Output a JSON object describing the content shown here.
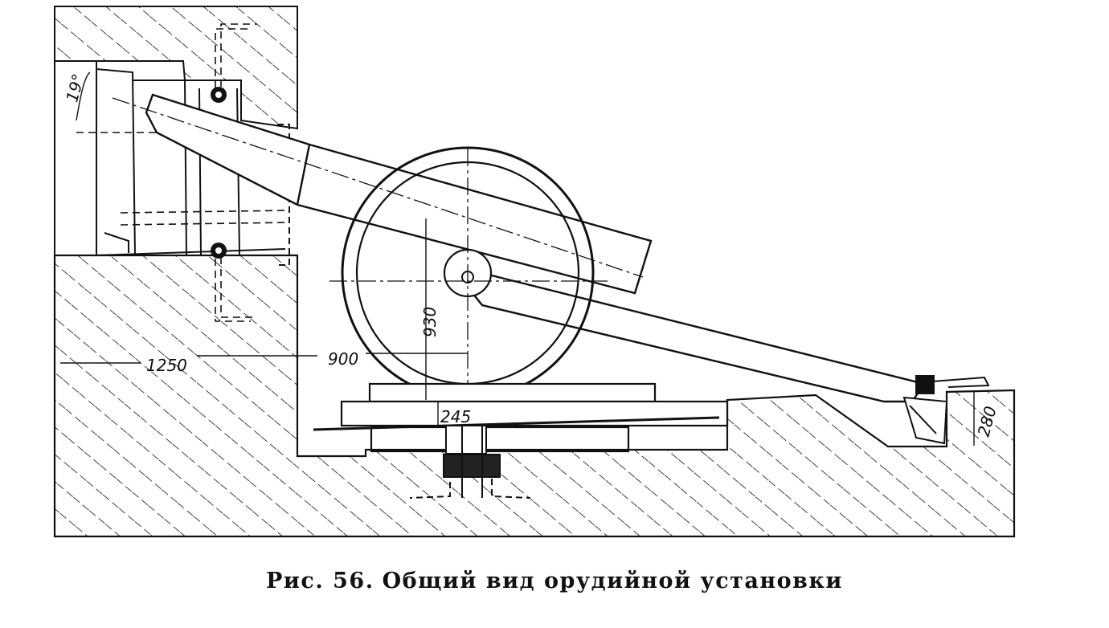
{
  "caption": {
    "label": "Рис. 56.",
    "title": "Общий вид орудийной установки"
  },
  "dimensions": {
    "angle": "19°",
    "d1250": "1250",
    "d900": "900",
    "d930": "930",
    "d245": "245",
    "d280": "280"
  },
  "colors": {
    "ink": "#111111",
    "paper": "#ffffff"
  }
}
